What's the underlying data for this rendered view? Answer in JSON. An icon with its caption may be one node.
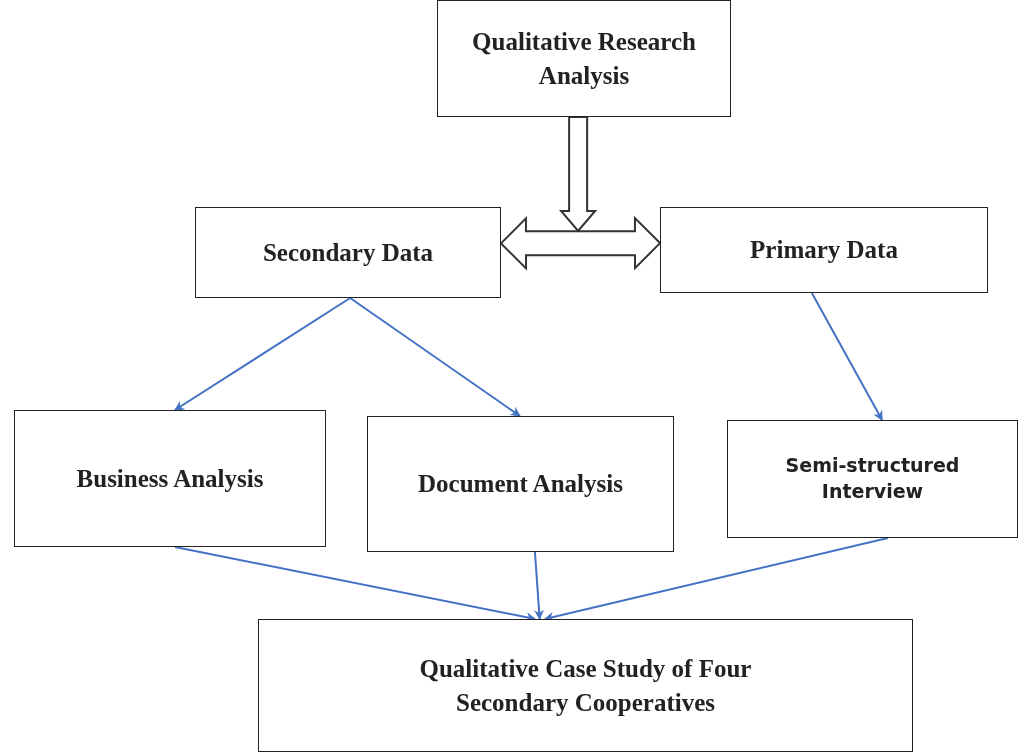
{
  "diagram": {
    "nodes": [
      {
        "text": [
          "Qualitative Research Analysis"
        ]
      },
      {
        "text": [
          "Secondary Data"
        ]
      },
      {
        "text": [
          "Primary Data"
        ]
      },
      {
        "text": [
          "Business Analysis"
        ]
      },
      {
        "text": [
          "Document Analysis"
        ]
      },
      {
        "text": [
          "Semi-structured Interview"
        ]
      },
      {
        "text": [
          "Qualitative Case Study of Four Secondary Cooperatives"
        ]
      }
    ],
    "edges": [
      {
        "from": 0,
        "to": null,
        "arrow": "to",
        "style": "thick",
        "color": "#333333"
      },
      {
        "from": 1,
        "to": 2,
        "arrow": "both",
        "style": "thick",
        "color": "#333333"
      },
      {
        "from": 1,
        "to": 3,
        "arrow": "to"
      },
      {
        "from": 1,
        "to": 4,
        "arrow": "to"
      },
      {
        "from": 2,
        "to": 5,
        "arrow": "to"
      },
      {
        "from": 3,
        "to": 6,
        "arrow": "to"
      },
      {
        "from": 4,
        "to": 6,
        "arrow": "to"
      },
      {
        "from": 5,
        "to": 6,
        "arrow": "to"
      }
    ]
  }
}
